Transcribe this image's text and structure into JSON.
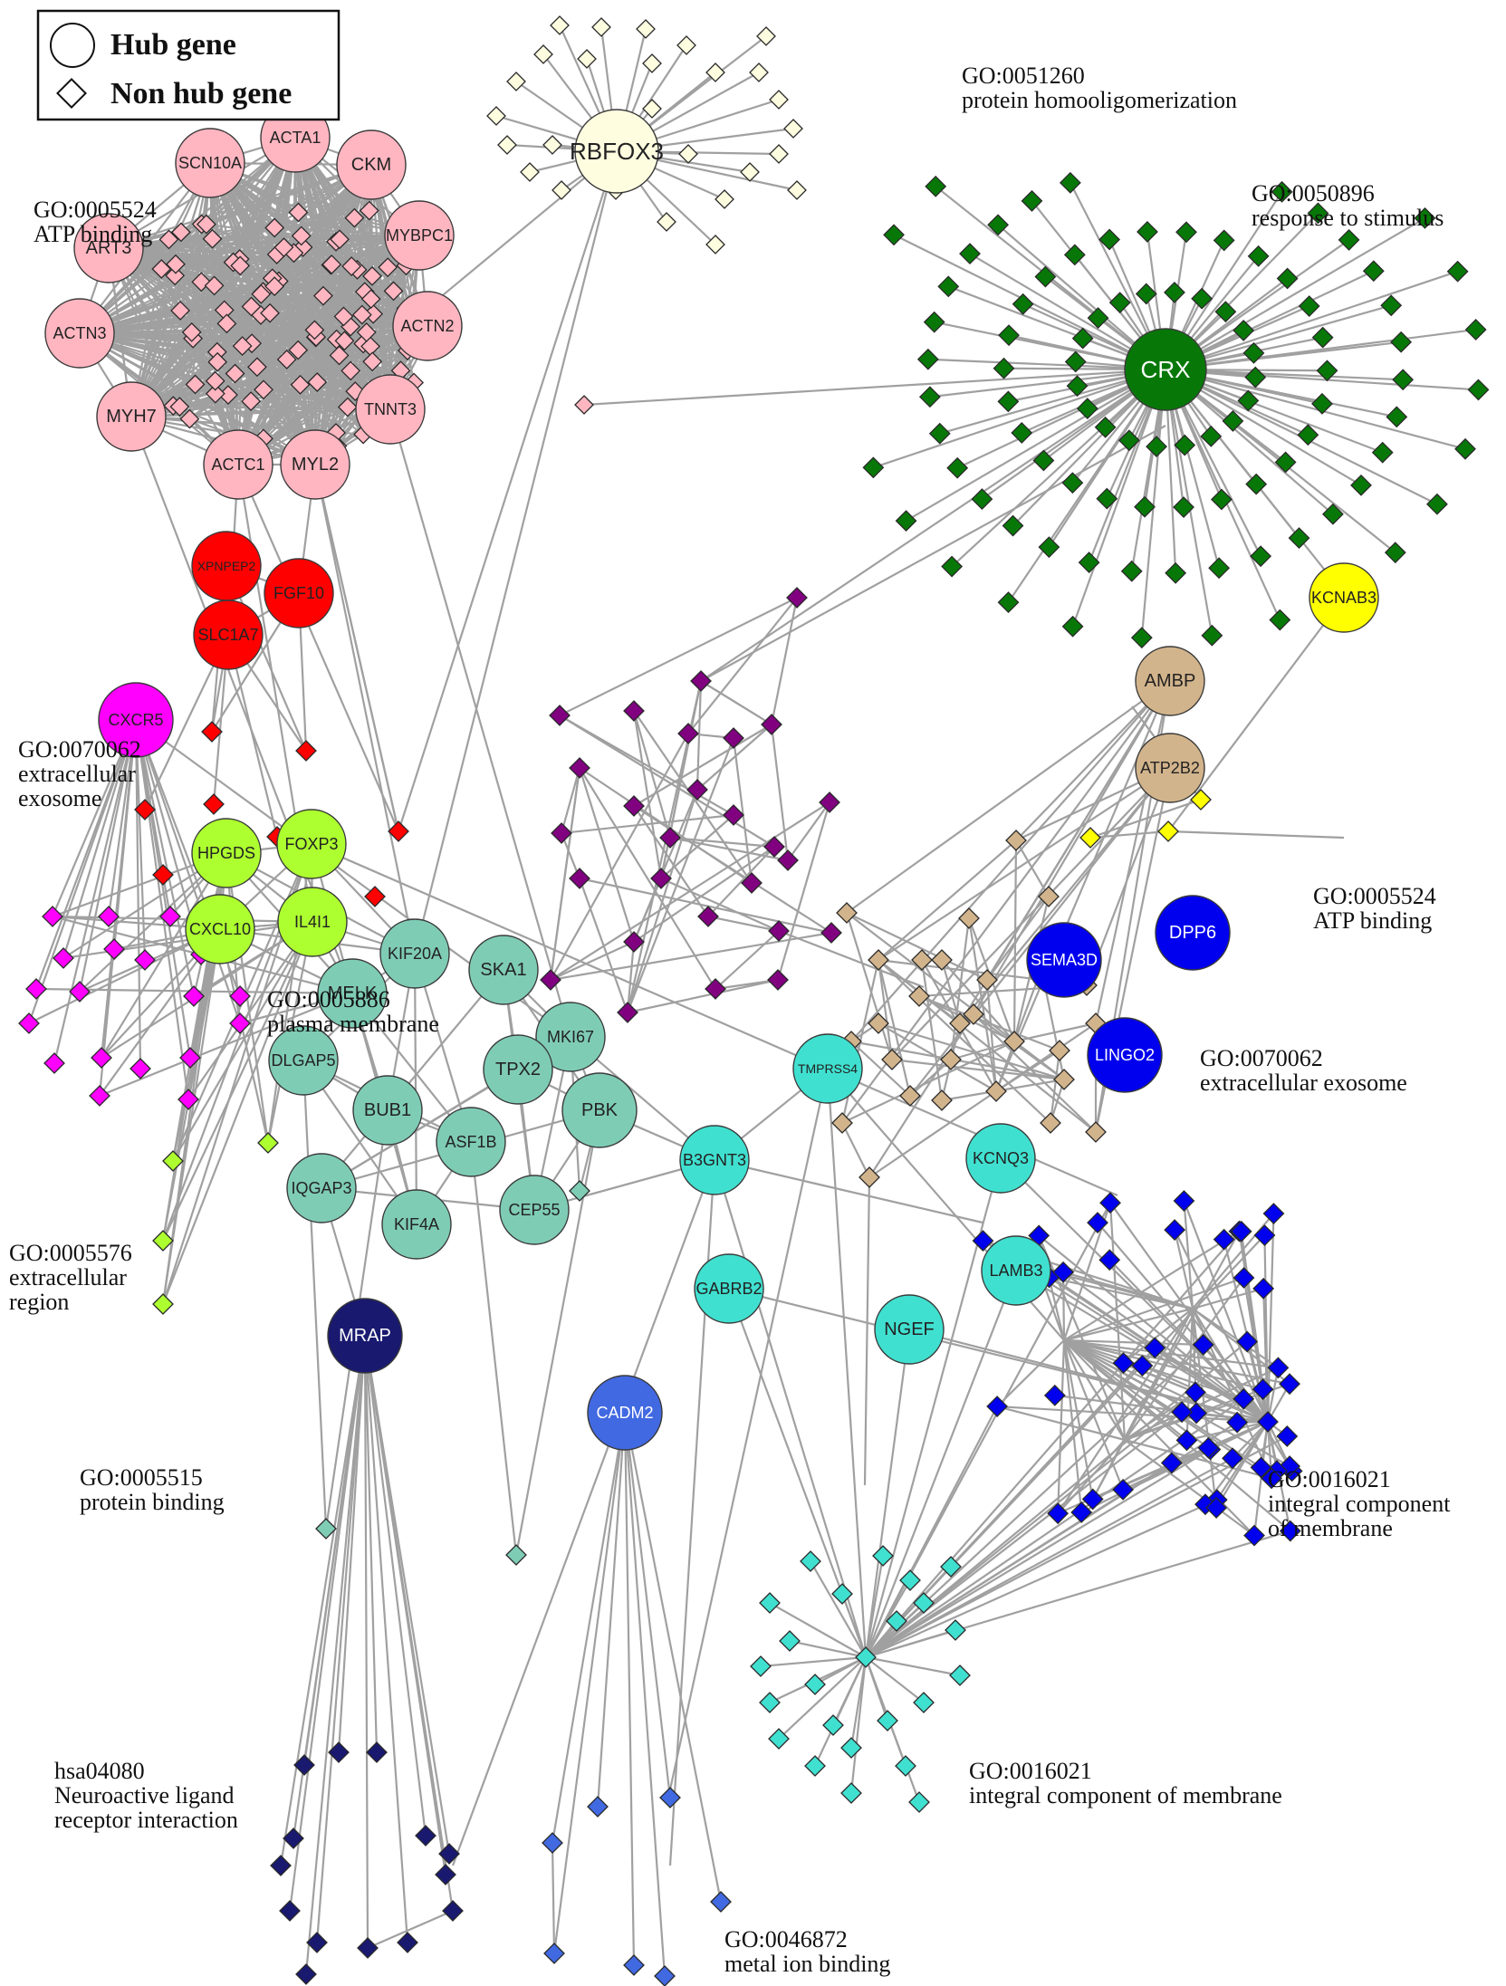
{
  "legend": {
    "hub_label": "Hub gene",
    "nonhub_label": "Non hub gene"
  },
  "colors": {
    "pink": "#ffb6c1",
    "cream": "#fffde0",
    "green": "#077807",
    "red": "#ff0000",
    "purple": "#800080",
    "yellow": "#ffff00",
    "tan": "#d2b48c",
    "magenta": "#ff00ff",
    "lime": "#adff2f",
    "teal": "#7fccb5",
    "turquoise": "#40e0d0",
    "blue": "#0000ee",
    "navy": "#191970",
    "royal": "#4169e1",
    "edge": "#a0a0a0"
  },
  "annotations": [
    {
      "id": "go-atp-binding-1",
      "lines": [
        "GO:0005524",
        "ATP binding"
      ]
    },
    {
      "id": "go-homooligomerization",
      "lines": [
        "GO:0051260",
        "protein homooligomerization"
      ]
    },
    {
      "id": "go-response-to-stimulus",
      "lines": [
        "GO:0050896",
        "response to stimulus"
      ]
    },
    {
      "id": "go-extracellular-exosome-1",
      "lines": [
        "GO:0070062",
        "extracellular",
        "exosome"
      ]
    },
    {
      "id": "go-atp-binding-2",
      "lines": [
        "GO:0005524",
        "ATP binding"
      ]
    },
    {
      "id": "go-plasma-membrane",
      "lines": [
        "GO:0005886",
        "plasma membrane"
      ]
    },
    {
      "id": "go-extracellular-exosome-2",
      "lines": [
        "GO:0070062",
        "extracellular exosome"
      ]
    },
    {
      "id": "go-extracellular-region",
      "lines": [
        "GO:0005576",
        "extracellular",
        "region"
      ]
    },
    {
      "id": "go-protein-binding",
      "lines": [
        "GO:0005515",
        "protein binding"
      ]
    },
    {
      "id": "go-integral-membrane-1",
      "lines": [
        "GO:0016021",
        "integral component",
        "of membrane"
      ]
    },
    {
      "id": "go-integral-membrane-2",
      "lines": [
        "GO:0016021",
        "integral component of membrane"
      ]
    },
    {
      "id": "kegg-neuroactive",
      "lines": [
        "hsa04080",
        "Neuroactive ligand",
        "receptor interaction"
      ]
    },
    {
      "id": "go-metal-ion-binding",
      "lines": [
        "GO:0046872",
        "metal ion binding"
      ]
    }
  ],
  "hubs": [
    {
      "label": "SCN10A",
      "group": "pink"
    },
    {
      "label": "ACTA1",
      "group": "pink"
    },
    {
      "label": "CKM",
      "group": "pink"
    },
    {
      "label": "MYBPC1",
      "group": "pink"
    },
    {
      "label": "ART3",
      "group": "pink"
    },
    {
      "label": "ACTN3",
      "group": "pink"
    },
    {
      "label": "ACTN2",
      "group": "pink"
    },
    {
      "label": "MYH7",
      "group": "pink"
    },
    {
      "label": "TNNT3",
      "group": "pink"
    },
    {
      "label": "ACTC1",
      "group": "pink"
    },
    {
      "label": "MYL2",
      "group": "pink"
    },
    {
      "label": "RBFOX3",
      "group": "cream"
    },
    {
      "label": "CRX",
      "group": "green"
    },
    {
      "label": "XPNPEP2",
      "group": "red"
    },
    {
      "label": "FGF10",
      "group": "red"
    },
    {
      "label": "SLC1A7",
      "group": "red"
    },
    {
      "label": "KCNAB3",
      "group": "yellow"
    },
    {
      "label": "AMBP",
      "group": "tan"
    },
    {
      "label": "ATP2B2",
      "group": "tan"
    },
    {
      "label": "CXCR5",
      "group": "magenta"
    },
    {
      "label": "HPGDS",
      "group": "lime"
    },
    {
      "label": "FOXP3",
      "group": "lime"
    },
    {
      "label": "IL4I1",
      "group": "lime"
    },
    {
      "label": "CXCL10",
      "group": "lime"
    },
    {
      "label": "KIF20A",
      "group": "teal"
    },
    {
      "label": "SKA1",
      "group": "teal"
    },
    {
      "label": "MELK",
      "group": "teal"
    },
    {
      "label": "MKI67",
      "group": "teal"
    },
    {
      "label": "DLGAP5",
      "group": "teal"
    },
    {
      "label": "TPX2",
      "group": "teal"
    },
    {
      "label": "BUB1",
      "group": "teal"
    },
    {
      "label": "PBK",
      "group": "teal"
    },
    {
      "label": "ASF1B",
      "group": "teal"
    },
    {
      "label": "IQGAP3",
      "group": "teal"
    },
    {
      "label": "KIF4A",
      "group": "teal"
    },
    {
      "label": "CEP55",
      "group": "teal"
    },
    {
      "label": "DPP6",
      "group": "blue"
    },
    {
      "label": "SEMA3D",
      "group": "blue"
    },
    {
      "label": "LINGO2",
      "group": "blue"
    },
    {
      "label": "TMPRSS4",
      "group": "turquoise"
    },
    {
      "label": "B3GNT3",
      "group": "turquoise"
    },
    {
      "label": "KCNQ3",
      "group": "turquoise"
    },
    {
      "label": "GABRB2",
      "group": "turquoise"
    },
    {
      "label": "LAMB3",
      "group": "turquoise"
    },
    {
      "label": "NGEF",
      "group": "turquoise"
    },
    {
      "label": "MRAP",
      "group": "navy"
    },
    {
      "label": "CADM2",
      "group": "royal"
    }
  ]
}
